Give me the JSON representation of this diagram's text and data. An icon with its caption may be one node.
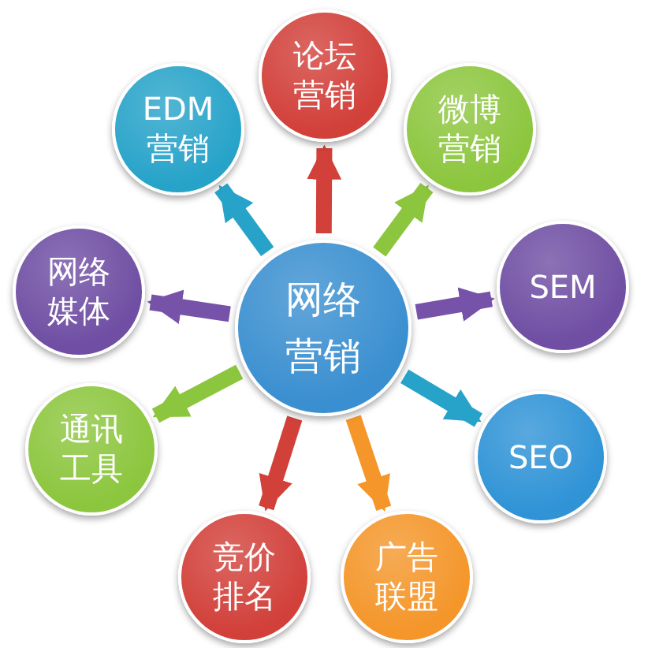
{
  "diagram": {
    "nodes": [
      {
        "text": [
          "网络营销"
        ]
      },
      {
        "text": [
          "论坛营销"
        ]
      },
      {
        "text": [
          "微博营销"
        ]
      },
      {
        "text": [
          "SEM"
        ]
      },
      {
        "text": [
          "SEO"
        ]
      },
      {
        "text": [
          "广告联盟"
        ]
      },
      {
        "text": [
          "竞价排名"
        ]
      },
      {
        "text": [
          "通讯工具"
        ]
      },
      {
        "text": [
          "网络媒体"
        ]
      },
      {
        "text": [
          "EDM营销"
        ]
      }
    ],
    "edges": [
      {
        "from": 0,
        "to": 1,
        "arrow": "to",
        "color": "#d2403a"
      },
      {
        "from": 0,
        "to": 2,
        "arrow": "to",
        "color": "#8cc63e"
      },
      {
        "from": 0,
        "to": 3,
        "arrow": "to",
        "color": "#7652a8"
      },
      {
        "from": 0,
        "to": 4,
        "arrow": "to",
        "color": "#27a3c9"
      },
      {
        "from": 0,
        "to": 5,
        "arrow": "to",
        "color": "#f4962a"
      },
      {
        "from": 0,
        "to": 6,
        "arrow": "to",
        "color": "#d2403a"
      },
      {
        "from": 0,
        "to": 7,
        "arrow": "to",
        "color": "#8cc63e"
      },
      {
        "from": 0,
        "to": 8,
        "arrow": "to",
        "color": "#7652a8"
      },
      {
        "from": 0,
        "to": 9,
        "arrow": "to",
        "color": "#27a3c9"
      }
    ]
  }
}
